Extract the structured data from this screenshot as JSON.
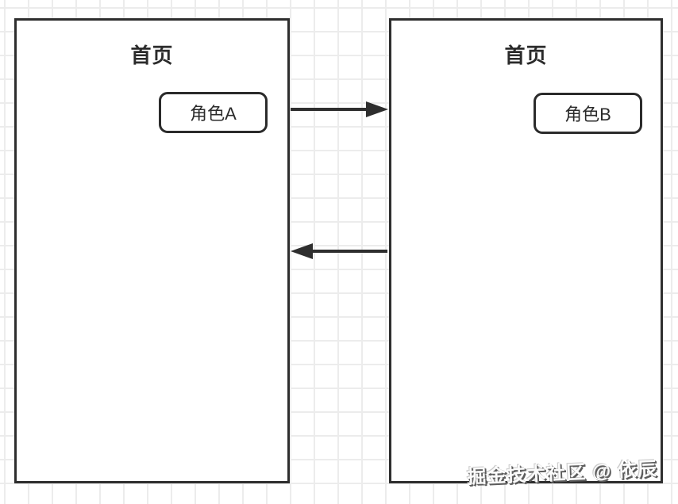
{
  "diagram": {
    "left_screen": {
      "title": "首页",
      "button_label": "角色A"
    },
    "right_screen": {
      "title": "首页",
      "button_label": "角色B"
    },
    "arrows": [
      {
        "from": "角色A",
        "to": "角色B",
        "direction": "right"
      },
      {
        "from": "角色B",
        "to": "角色A",
        "direction": "left"
      }
    ],
    "watermark": "掘金技术社区 @ 依辰",
    "colors": {
      "stroke": "#2e2e2e",
      "grid_line": "#ececec",
      "background": "#ffffff"
    }
  }
}
